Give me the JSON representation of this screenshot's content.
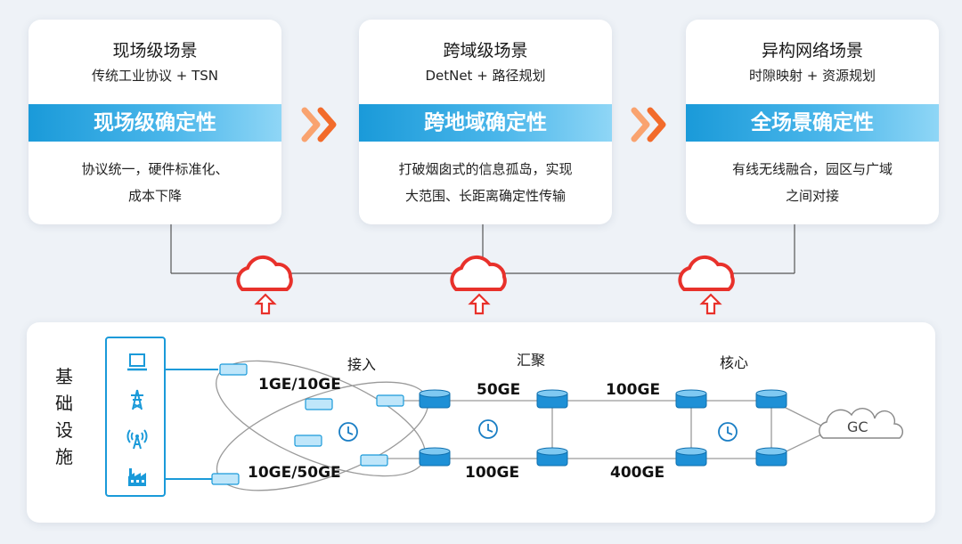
{
  "cards": [
    {
      "title": "现场级场景",
      "subtitle": "传统工业协议 + TSN",
      "banner": "现场级确定性",
      "desc": [
        "协议统一，硬件标准化、",
        "成本下降"
      ]
    },
    {
      "title": "跨域级场景",
      "subtitle": "DetNet + 路径规划",
      "banner": "跨地域确定性",
      "desc": [
        "打破烟囱式的信息孤岛，实现",
        "大范围、长距离确定性传输"
      ]
    },
    {
      "title": "异构网络场景",
      "subtitle": "时隙映射 + 资源规划",
      "banner": "全场景确定性",
      "desc": [
        "有线无线融合，园区与广域",
        "之间对接"
      ]
    }
  ],
  "infra": {
    "label": "基础设施",
    "segments": {
      "access": "接入",
      "aggregation": "汇聚",
      "core": "核心"
    },
    "speeds": {
      "access_top": "1GE/10GE",
      "access_bottom": "10GE/50GE",
      "agg_top": "50GE",
      "agg_bottom": "100GE",
      "core_top": "100GE",
      "core_bottom": "400GE"
    },
    "cloud": "GC",
    "devices": [
      "laptop-icon",
      "power-tower-icon",
      "wireless-antenna-icon",
      "factory-icon"
    ]
  },
  "colors": {
    "accent": "#1a9ad9",
    "cloud_red": "#e8312b",
    "router_blue": "#1e90d6",
    "arrow_orange": "#f26b2b"
  }
}
